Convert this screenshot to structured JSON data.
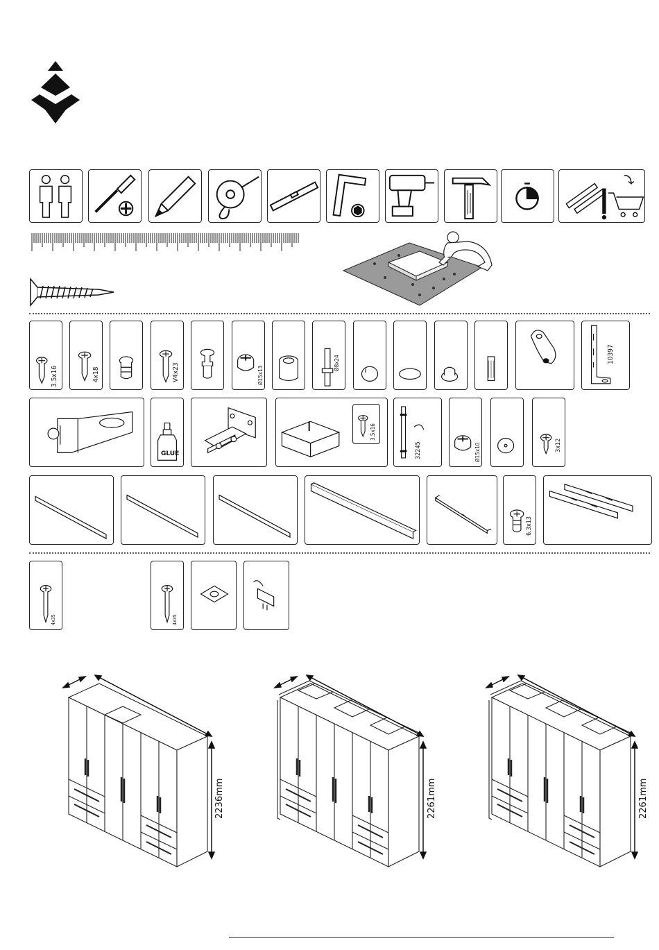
{
  "parts": {
    "p1": "3.5x16",
    "p2": "4x18",
    "p3": "V4x23",
    "p4": "Ø15x13",
    "p5": "Ø8x24",
    "p6": "10397",
    "glue": "GLUE",
    "p7": "3.5x16",
    "p8": "32245",
    "p9": "Ø15x10",
    "p10": "3x12",
    "p11": "6.3x13",
    "p12": "4x35",
    "p13": "4x35"
  },
  "dimensions": {
    "d1": "2236mm",
    "d2": "2261mm",
    "d3": "2261mm"
  },
  "icons": [
    "logo-icon",
    "two-persons-icon",
    "screwdriver-icon",
    "pencil-icon",
    "tape-measure-icon",
    "spirit-level-icon",
    "hex-key-icon",
    "drill-icon",
    "hammer-icon",
    "timer-icon",
    "wall-plugs-warning-icon"
  ]
}
